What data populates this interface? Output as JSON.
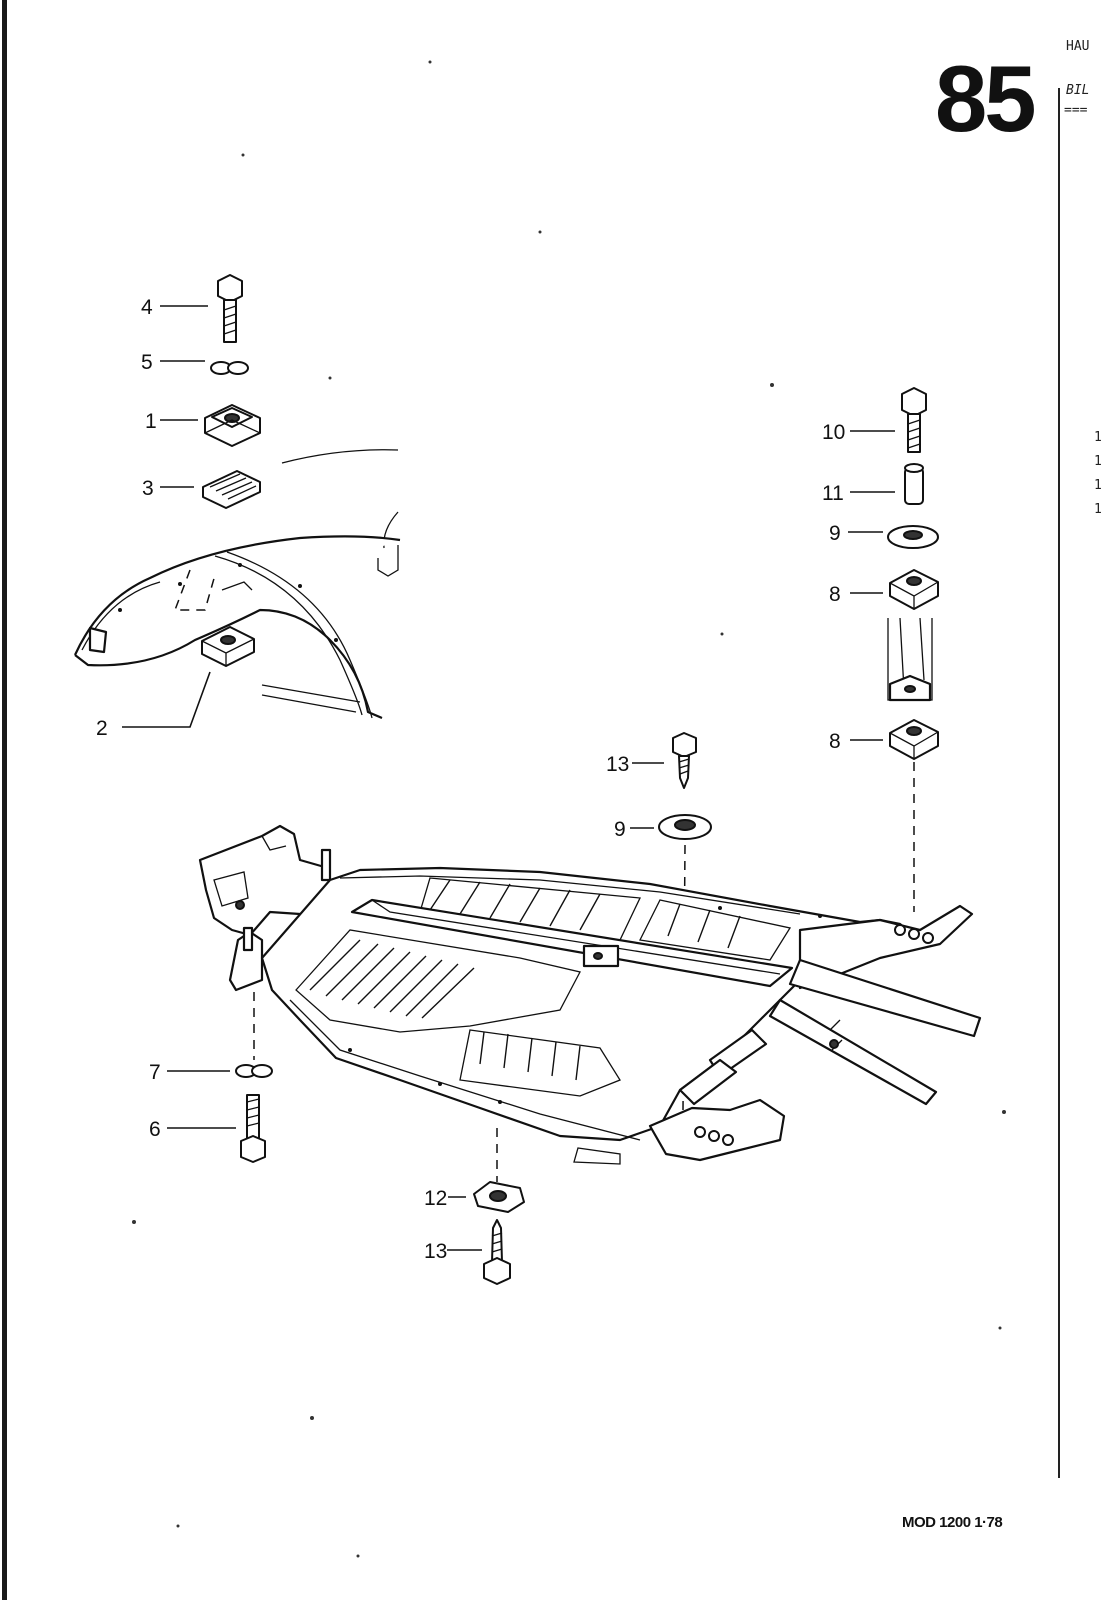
{
  "page": {
    "number": "85",
    "footer": "MOD 1200  1·78",
    "margin_headers": [
      "HAU",
      "BIL"
    ],
    "margin_rule": "===",
    "margin_digits": [
      "1",
      "1",
      "1",
      "1"
    ]
  },
  "diagram": {
    "callouts": [
      {
        "id": "c4",
        "label": "4"
      },
      {
        "id": "c5",
        "label": "5"
      },
      {
        "id": "c1",
        "label": "1"
      },
      {
        "id": "c3",
        "label": "3"
      },
      {
        "id": "c2",
        "label": "2"
      },
      {
        "id": "c10",
        "label": "10"
      },
      {
        "id": "c11",
        "label": "11"
      },
      {
        "id": "c9a",
        "label": "9"
      },
      {
        "id": "c8a",
        "label": "8"
      },
      {
        "id": "c8b",
        "label": "8"
      },
      {
        "id": "c13a",
        "label": "13"
      },
      {
        "id": "c9b",
        "label": "9"
      },
      {
        "id": "c7",
        "label": "7"
      },
      {
        "id": "c6",
        "label": "6"
      },
      {
        "id": "c12",
        "label": "12"
      },
      {
        "id": "c13b",
        "label": "13"
      }
    ]
  }
}
